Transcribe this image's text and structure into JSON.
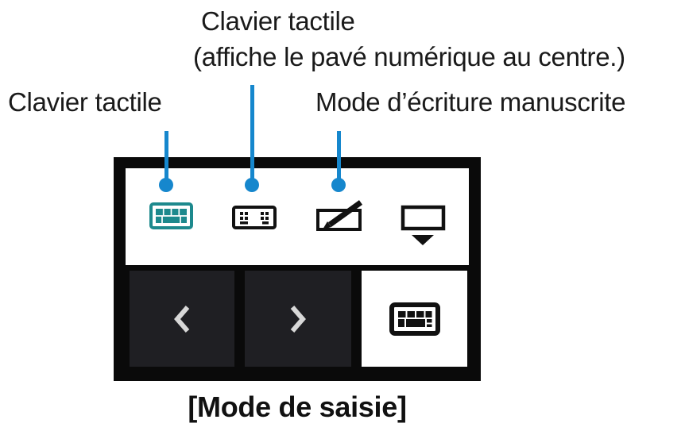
{
  "callouts": {
    "top": {
      "line1": "Clavier tactile",
      "line2": "(affiche le pavé numérique au centre.)"
    },
    "left": "Clavier tactile",
    "right": "Mode d’écriture manuscrite"
  },
  "caption": "[Mode de saisie]",
  "toolbar": {
    "icons": [
      {
        "name": "touch-keyboard-icon",
        "state": "selected",
        "color": "#1d898d"
      },
      {
        "name": "split-keyboard-icon",
        "state": "normal"
      },
      {
        "name": "handwriting-icon",
        "state": "normal"
      },
      {
        "name": "dock-keyboard-icon",
        "state": "normal"
      }
    ]
  },
  "navbar": {
    "buttons": [
      "previous",
      "next",
      "keyboard"
    ]
  },
  "colors": {
    "callout_blue": "#1687cd",
    "active_teal": "#1d898d",
    "frame_black": "#0a0a0a",
    "button_dark": "#1f1f23",
    "chevron_gray": "#d8d8d8",
    "text": "#1a1a1a"
  }
}
